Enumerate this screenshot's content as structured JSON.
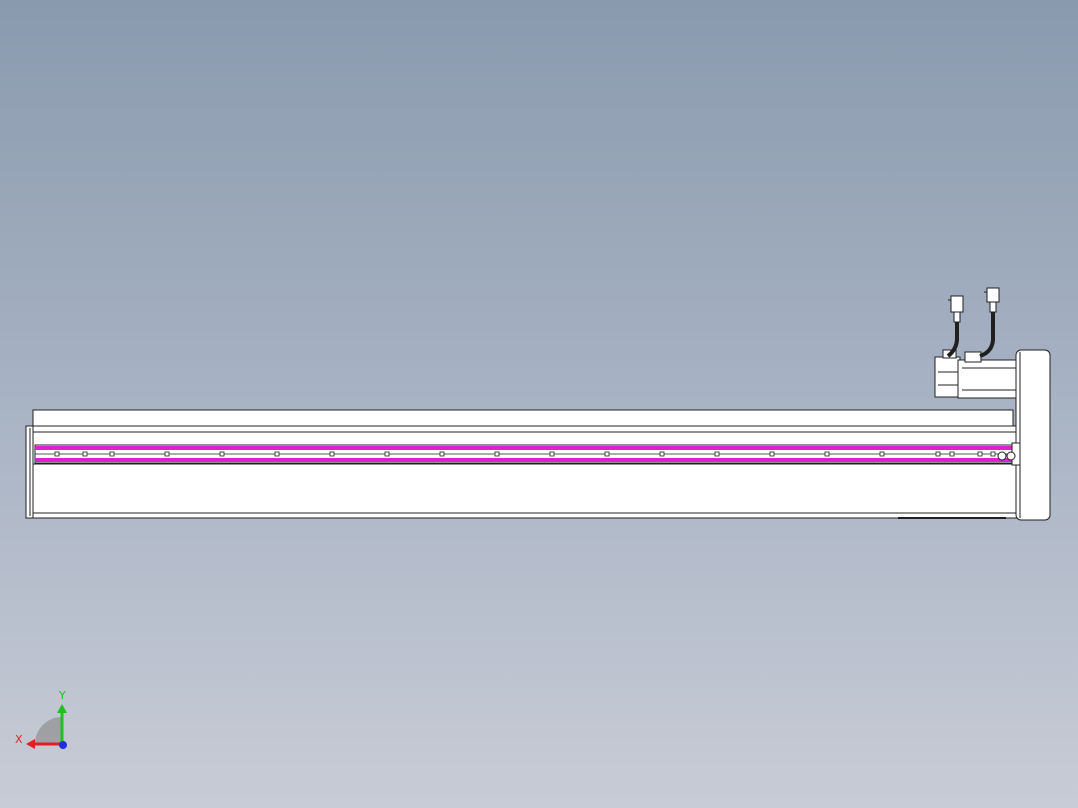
{
  "viewport": {
    "background_top": "#8a9aae",
    "background_bottom": "#c8ccd6"
  },
  "model": {
    "name": "linear-actuator-module",
    "rail_highlight_color": "#e020d0",
    "body_color": "#ffffff",
    "outline_color": "#202020"
  },
  "triad": {
    "x_label": "X",
    "y_label": "Y",
    "x_color": "#e02020",
    "y_color": "#20c020",
    "z_color": "#2030e0"
  }
}
